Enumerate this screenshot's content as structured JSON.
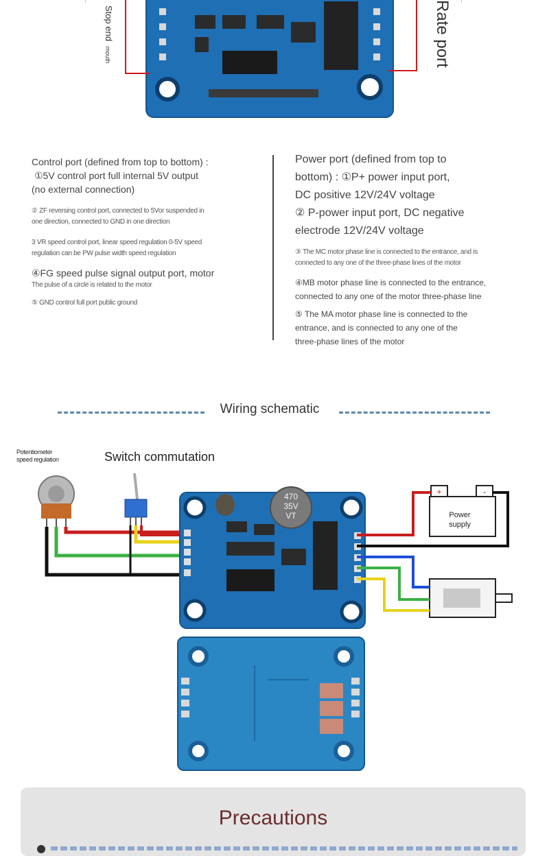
{
  "top_board": {
    "left_label": "Stop end",
    "left_label_small": "mouth",
    "right_label": "Rate port"
  },
  "control_port": {
    "heading": "Control port (defined from top to bottom) :",
    "item1": "①5V control port full internal 5V output",
    "item1b": "(no external connection)",
    "item2": "② ZF reversing control port, connected to 5Vor suspended in",
    "item2b": "one direction, connected to GND in one direction",
    "item3": "3 VR speed control port, linear speed regulation 0-5V speed",
    "item3b": "regulation can be PW pulse width speed regulation",
    "item4": "④FG speed pulse signal output port, motor",
    "item4b": "The pulse of a circle is related to the motor",
    "item5": "⑤ GND control full port public ground"
  },
  "power_port": {
    "line1": "Power port (defined from top to",
    "line2": "bottom) : ①P+ power input port,",
    "line3": "DC positive 12V/24V voltage",
    "line4": "② P-power input port, DC negative",
    "line5": "electrode 12V/24V voltage",
    "item3": "③ The MC motor phase line is connected to the entrance, and is",
    "item3b": "connected to any one of the three-phase lines of the motor",
    "item4": "④MB motor phase line is connected to the entrance,",
    "item4b": "connected to any one of the motor three-phase line",
    "item5": "⑤ The MA motor phase line is connected to the",
    "item5b": "entrance, and is connected to any one of the",
    "item5c": "three-phase lines of the motor"
  },
  "wiring": {
    "title": "Wiring schematic",
    "potentiometer_label_1": "Potentiometer",
    "potentiometer_label_2": "speed regulation",
    "switch_label": "Switch commutation",
    "capacitor_text": [
      "470",
      "35V",
      "VT"
    ],
    "power_supply_1": "Power",
    "power_supply_2": "supply",
    "battery_plus": "+",
    "battery_minus": "-"
  },
  "precautions": {
    "title": "Precautions"
  },
  "colors": {
    "board_blue": "#1f6fb5",
    "wire_red": "#c81e1e",
    "wire_yellow": "#e8d21a",
    "wire_green": "#3cb043",
    "wire_black": "#111111",
    "wire_blue": "#1d4fd6",
    "callout_red": "#d01818",
    "precautions_title": "#6b2d2d"
  }
}
